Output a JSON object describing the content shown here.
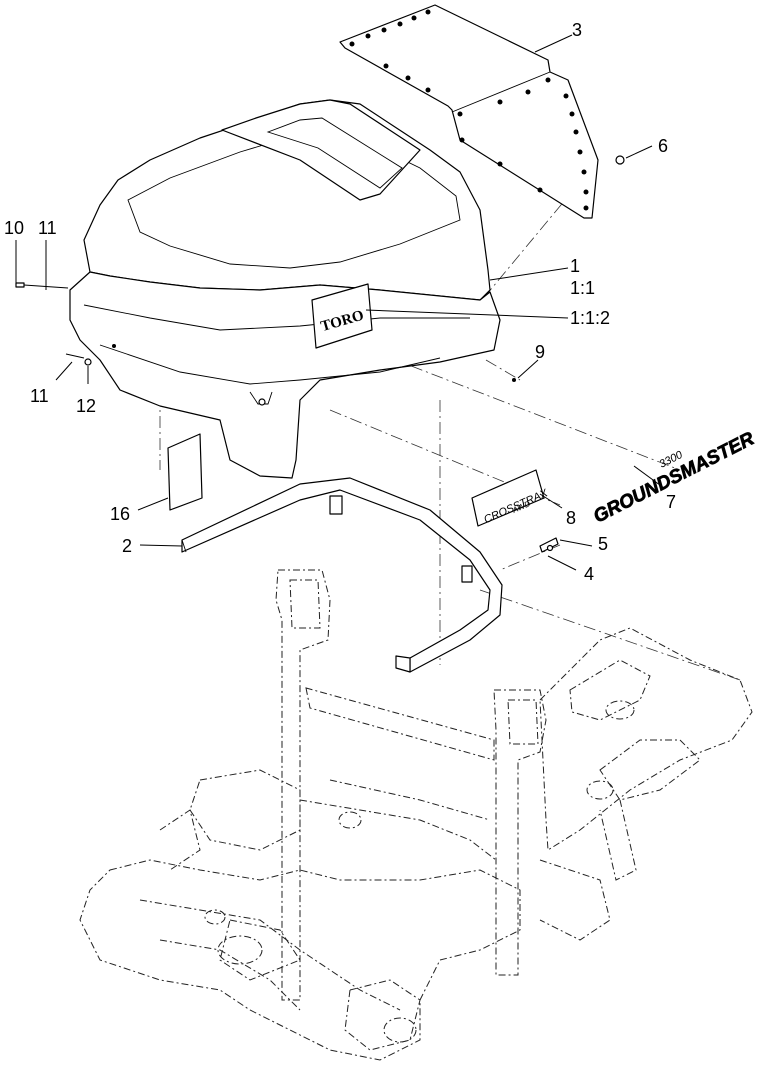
{
  "decals": {
    "logo": "TORO",
    "decal_8_line1": "CROSSTRAX",
    "decal_8_line2": "AWD",
    "decal_7_line1": "GROUNDSMASTER",
    "decal_7_line2": "3300"
  },
  "callouts": [
    {
      "id": "c-1",
      "label": "1"
    },
    {
      "id": "c-1-1",
      "label": "1:1"
    },
    {
      "id": "c-1-1-2",
      "label": "1:1:2"
    },
    {
      "id": "c-2",
      "label": "2"
    },
    {
      "id": "c-3",
      "label": "3"
    },
    {
      "id": "c-4",
      "label": "4"
    },
    {
      "id": "c-5",
      "label": "5"
    },
    {
      "id": "c-6",
      "label": "6"
    },
    {
      "id": "c-7",
      "label": "7"
    },
    {
      "id": "c-8",
      "label": "8"
    },
    {
      "id": "c-9",
      "label": "9"
    },
    {
      "id": "c-10",
      "label": "10"
    },
    {
      "id": "c-11a",
      "label": "11"
    },
    {
      "id": "c-11b",
      "label": "11"
    },
    {
      "id": "c-12",
      "label": "12"
    },
    {
      "id": "c-16",
      "label": "16"
    }
  ]
}
